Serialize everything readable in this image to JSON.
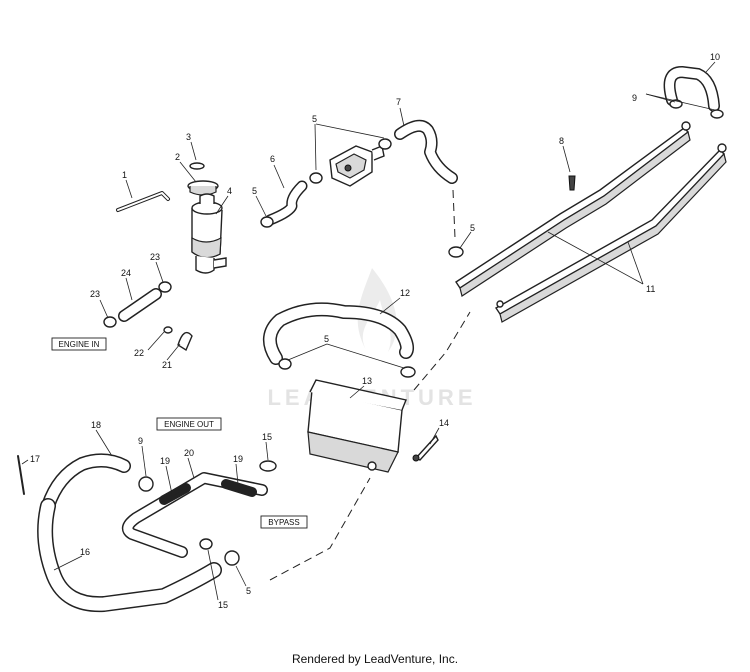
{
  "watermark": "LEADVENTURE",
  "footer": "Rendered by LeadVenture, Inc.",
  "box_labels": {
    "engine_in": "ENGINE IN",
    "engine_out": "ENGINE OUT",
    "bypass": "BYPASS"
  },
  "callouts": {
    "n1": "1",
    "n2": "2",
    "n3": "3",
    "n4": "4",
    "n5a": "5",
    "n5b": "5",
    "n5c": "5",
    "n5d": "5",
    "n5e": "5",
    "n6": "6",
    "n7": "7",
    "n8": "8",
    "n9a": "9",
    "n9b": "9",
    "n10": "10",
    "n11": "11",
    "n12": "12",
    "n13": "13",
    "n14": "14",
    "n15a": "15",
    "n15b": "15",
    "n16": "16",
    "n17": "17",
    "n18": "18",
    "n19a": "19",
    "n19b": "19",
    "n20": "20",
    "n21": "21",
    "n22": "22",
    "n23a": "23",
    "n23b": "23",
    "n24": "24"
  }
}
